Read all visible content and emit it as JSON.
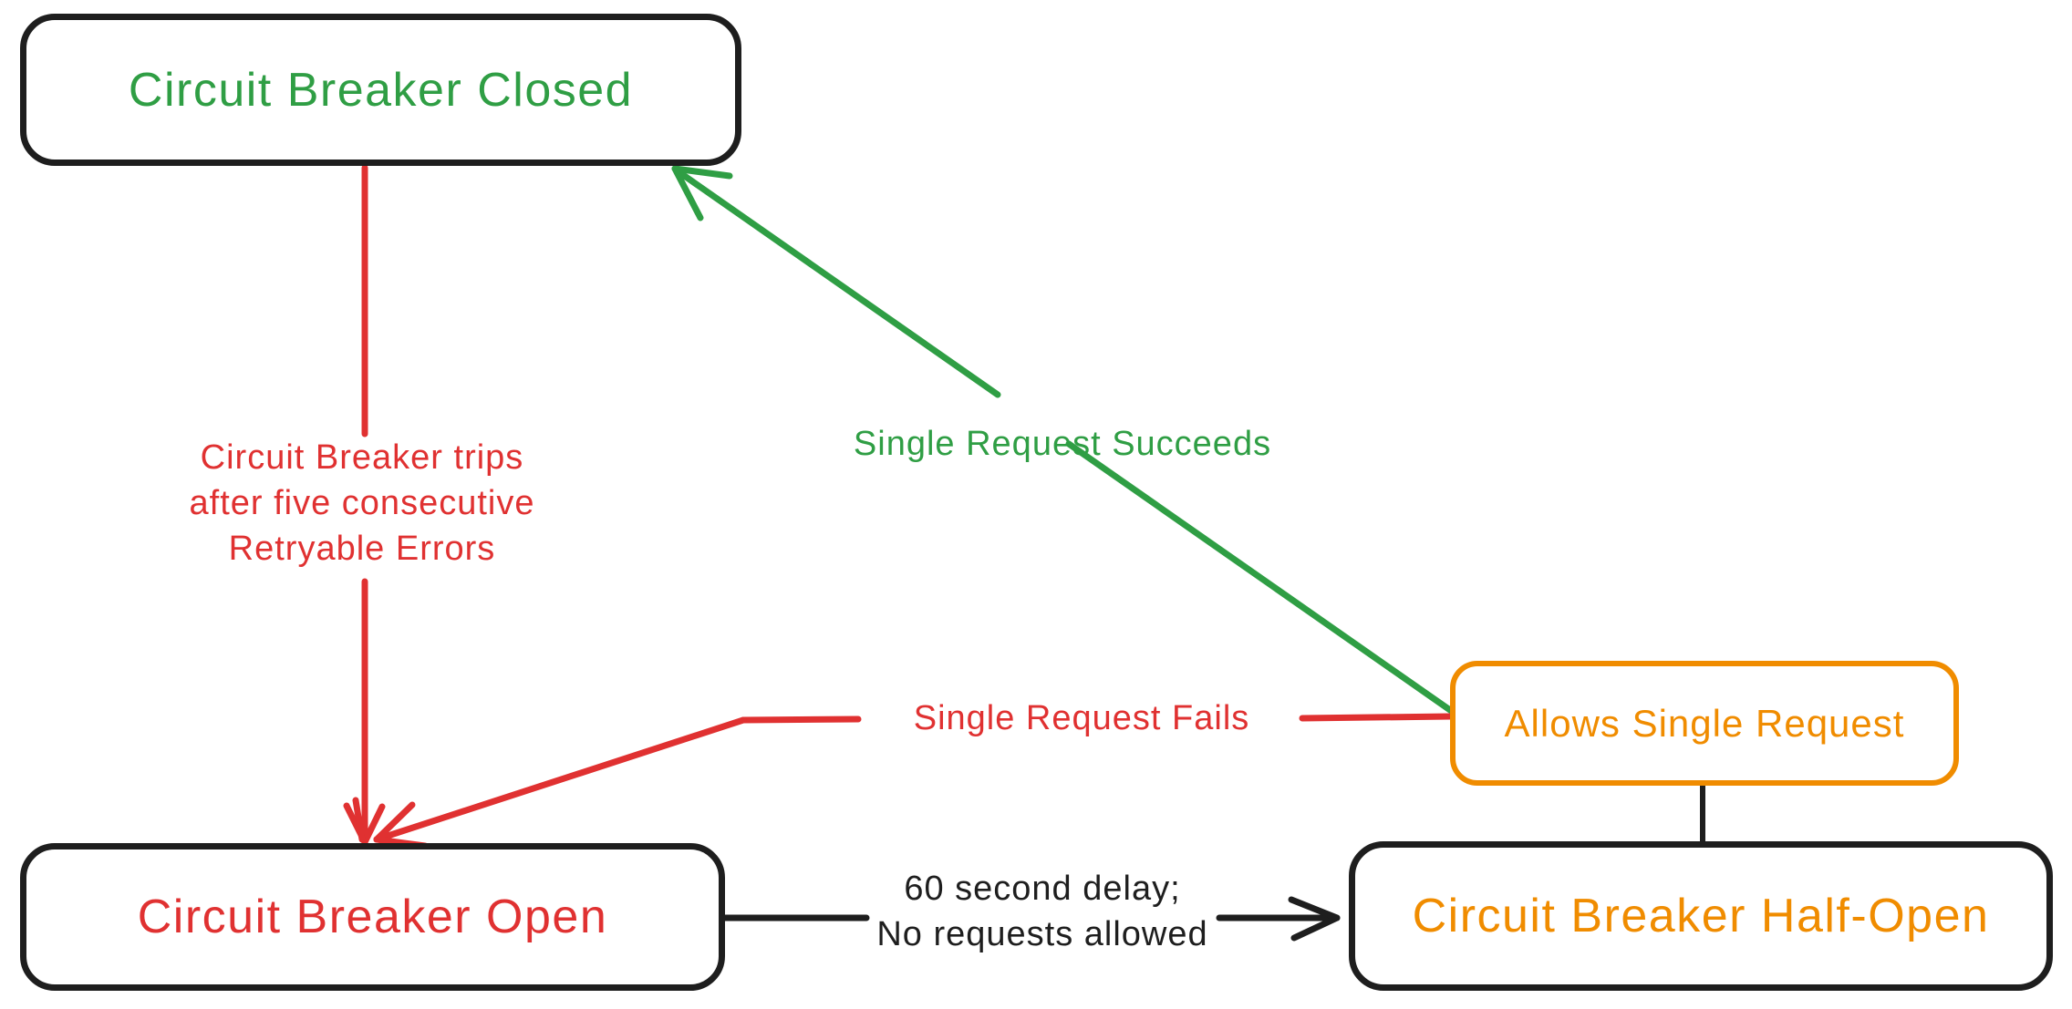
{
  "diagram": {
    "title": "Circuit Breaker state diagram",
    "nodes": {
      "closed": {
        "label": "Circuit Breaker Closed"
      },
      "open": {
        "label": "Circuit Breaker Open"
      },
      "half_open": {
        "label": "Circuit Breaker Half-Open"
      },
      "allows_single": {
        "label": "Allows Single Request"
      }
    },
    "edges": {
      "trips": {
        "from": "closed",
        "to": "open",
        "lines": [
          "Circuit Breaker trips",
          "after five consecutive",
          "Retryable Errors"
        ]
      },
      "succeeds": {
        "from": "allows_single",
        "to": "closed",
        "label": "Single Request Succeeds"
      },
      "fails": {
        "from": "allows_single",
        "to": "open",
        "label": "Single Request Fails"
      },
      "delay": {
        "from": "open",
        "to": "half_open",
        "lines": [
          "60 second delay;",
          "No requests allowed"
        ]
      },
      "half_open_link": {
        "from": "allows_single",
        "to": "half_open",
        "label": ""
      }
    },
    "colors": {
      "green": "#2f9e44",
      "red": "#e03131",
      "orange": "#f08c00",
      "ink": "#1e1e1e",
      "canvas": "#ffffff"
    }
  }
}
